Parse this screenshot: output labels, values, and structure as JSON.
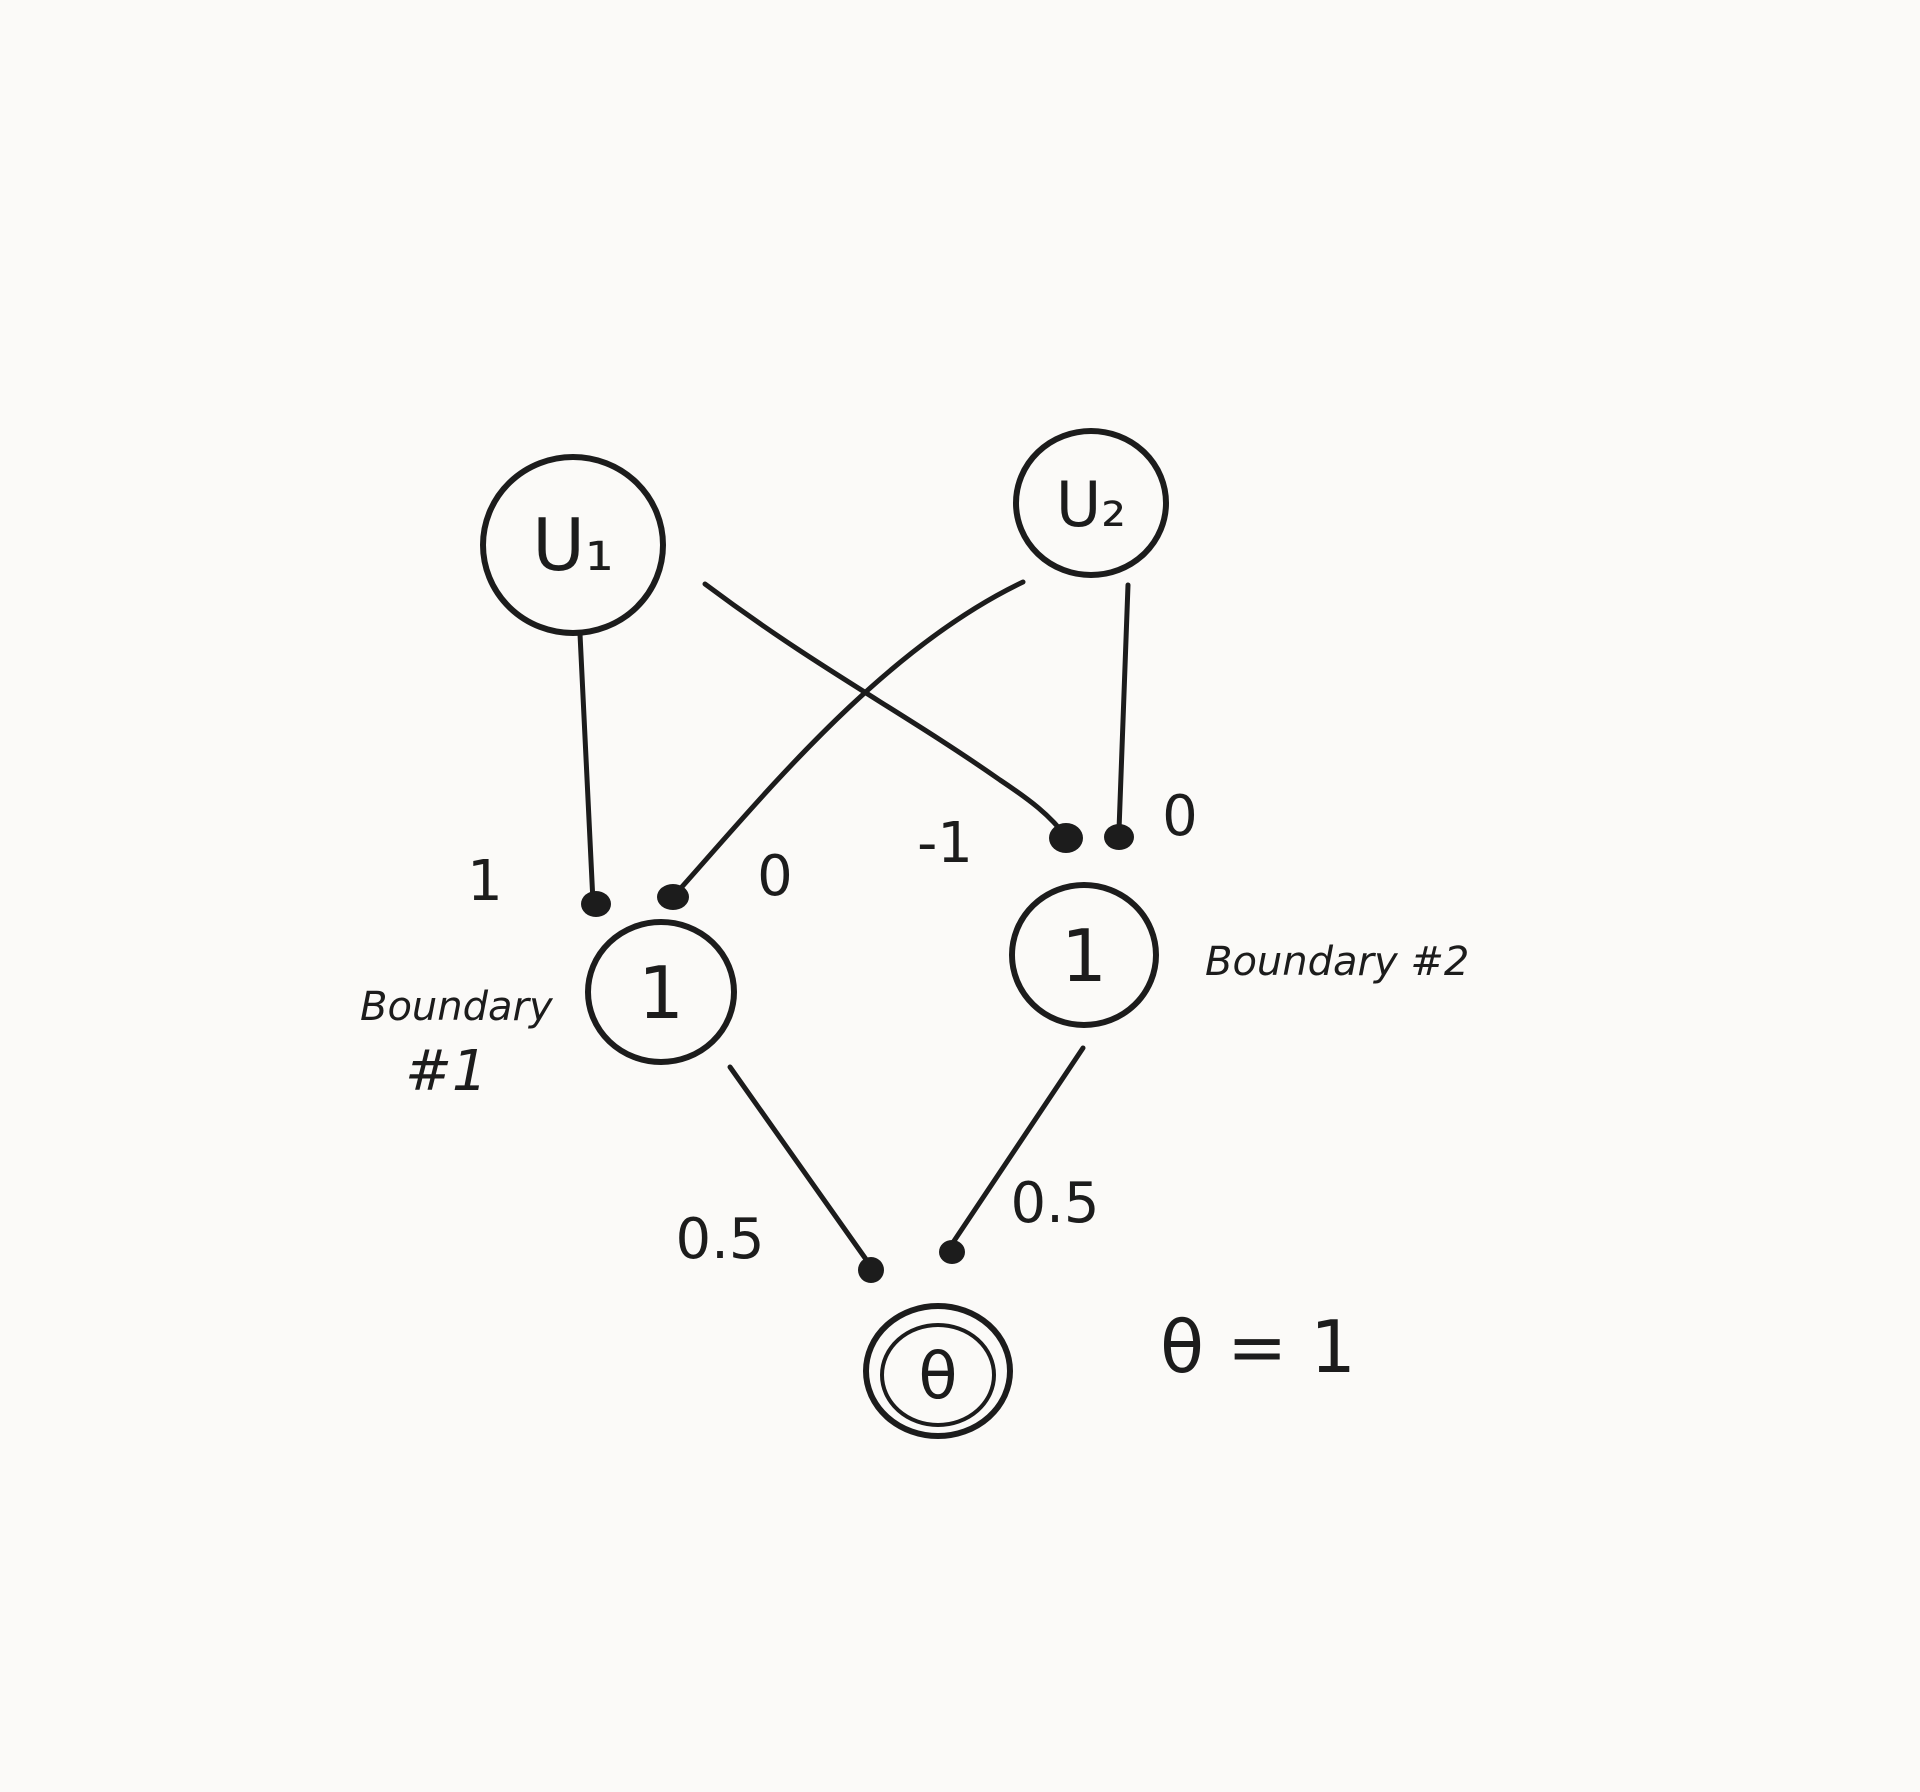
{
  "nodes": {
    "u1": "U₁",
    "u2": "U₂",
    "hidden1": "1",
    "hidden2": "1",
    "output": "θ"
  },
  "weights": {
    "u1_to_h1": "1",
    "u2_to_h1": "0",
    "u1_to_h2": "-1",
    "u2_to_h2": "0",
    "h1_to_out": "0.5",
    "h2_to_out": "0.5"
  },
  "annotations": {
    "boundary1_line1": "Boundary",
    "boundary1_line2": "#1",
    "boundary2": "Boundary #2",
    "threshold": "θ = 1"
  }
}
